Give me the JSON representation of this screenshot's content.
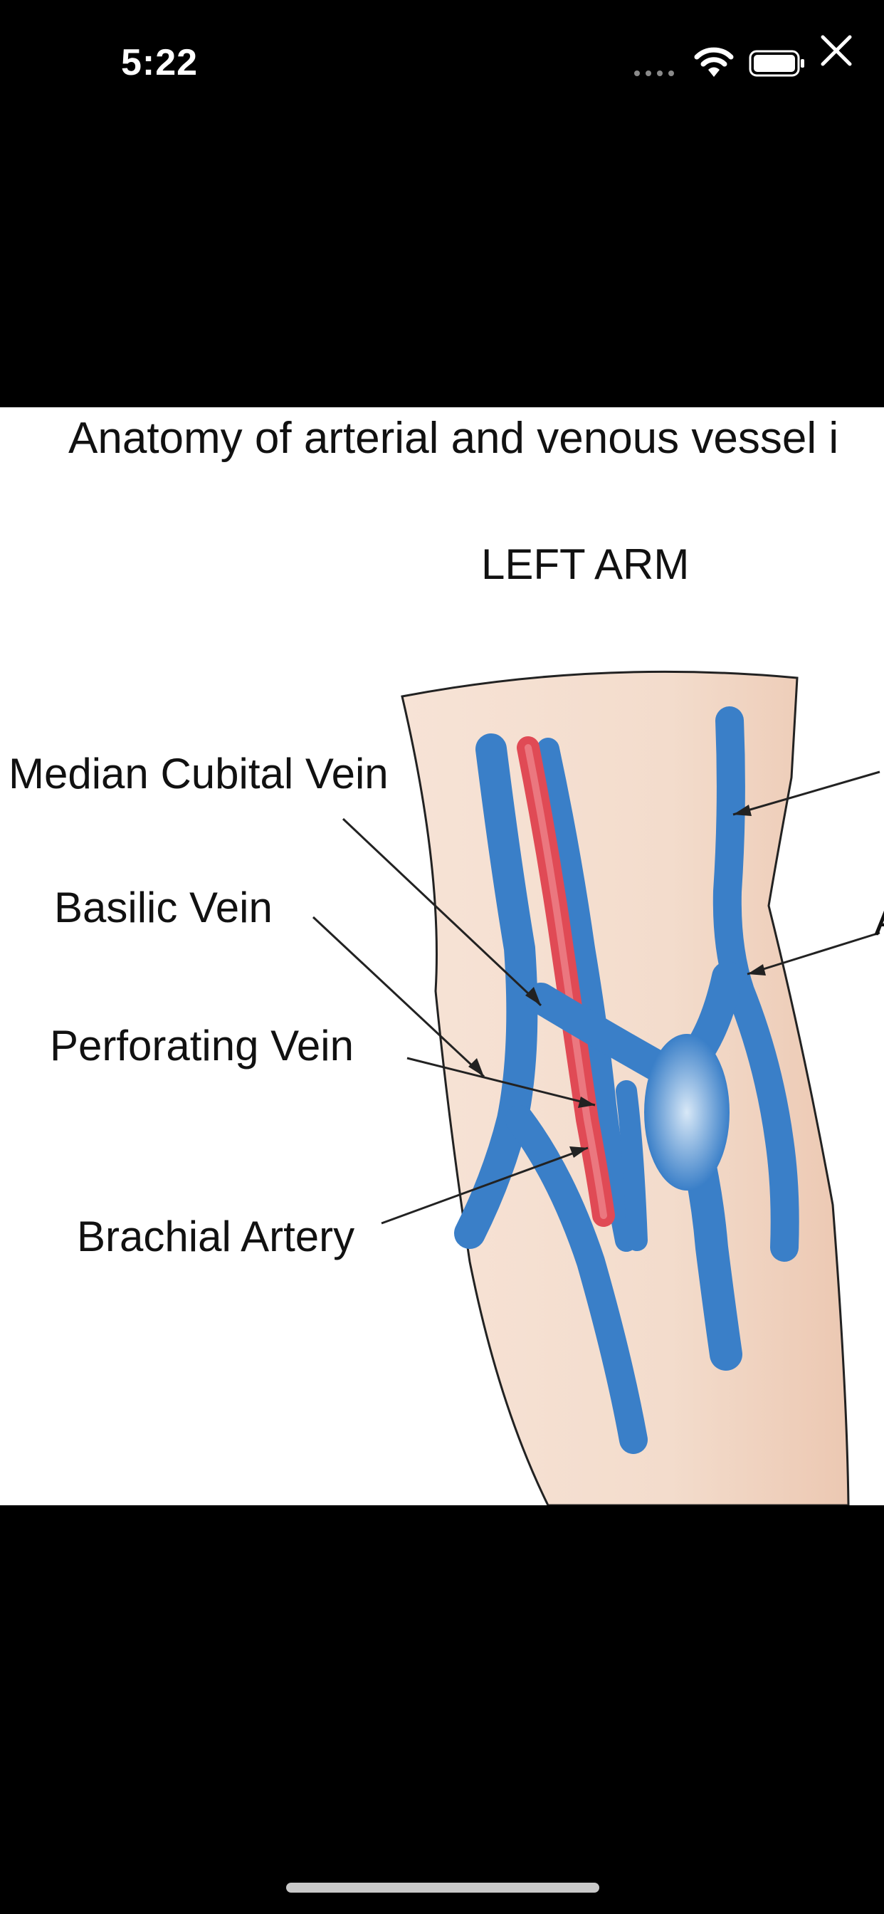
{
  "status_bar": {
    "time": "5:22"
  },
  "icons": {
    "signal": "signal-dots-icon",
    "wifi": "wifi-icon",
    "battery": "battery-icon",
    "close": "close-icon"
  },
  "colors": {
    "background": "#000000",
    "vein_blue": "#3a7fc8",
    "artery_red": "#e04a55",
    "skin": "#f2d9c8"
  },
  "figure": {
    "title": "Anatomy of arterial and venous vessel i",
    "arm_label": "LEFT ARM",
    "labels": {
      "median_cubital_vein": "Median Cubital Vein",
      "basilic_vein": "Basilic Vein",
      "perforating_vein": "Perforating Vein",
      "brachial_artery": "Brachial Artery",
      "right_cut": "A"
    }
  }
}
